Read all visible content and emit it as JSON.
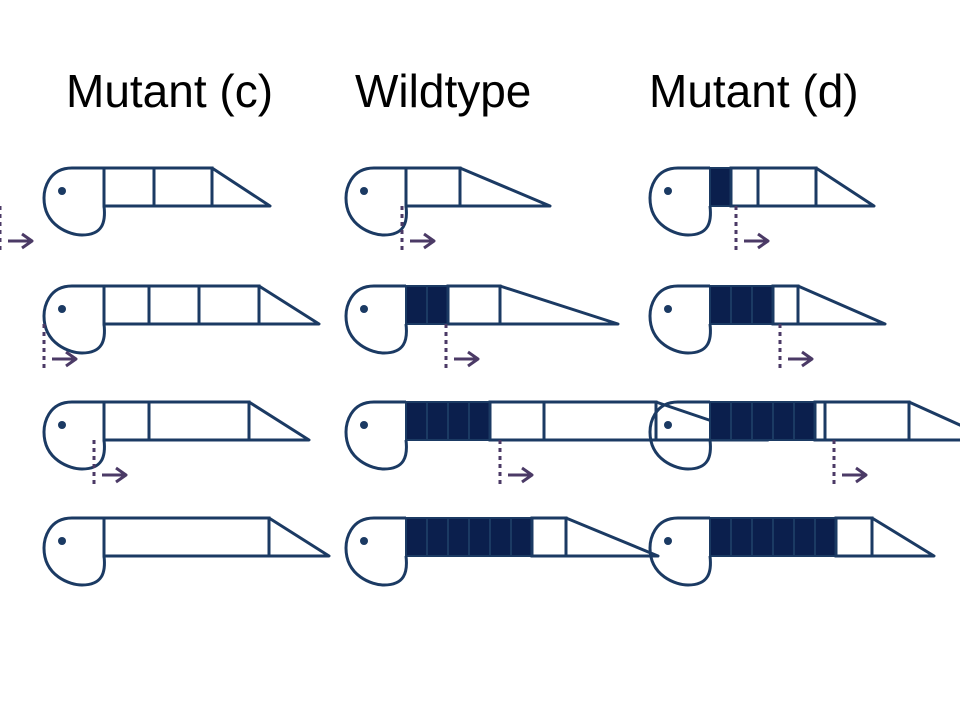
{
  "titles": {
    "mutant_c": "Mutant (c)",
    "wildtype": "Wildtype",
    "mutant_d": "Mutant (d)"
  },
  "colors": {
    "outline": "#1b3a63",
    "segment_fill": "#0b1f4d",
    "arrow": "#4b3a66"
  },
  "columns": [
    {
      "name": "mutant-c",
      "rows": [
        {
          "filled_segments": 0,
          "empty_segments": 2,
          "arrow": true
        },
        {
          "filled_segments": 0,
          "empty_segments": 3,
          "arrow": true
        },
        {
          "filled_segments": 0,
          "empty_segments": 2,
          "arrow": true
        },
        {
          "filled_segments": 0,
          "empty_segments": 1,
          "arrow": false
        }
      ]
    },
    {
      "name": "wildtype",
      "rows": [
        {
          "filled_segments": 0,
          "empty_segments": 1,
          "arrow": true
        },
        {
          "filled_segments": 2,
          "empty_segments": 1,
          "arrow": true
        },
        {
          "filled_segments": 4,
          "empty_segments": 2,
          "arrow": true
        },
        {
          "filled_segments": 6,
          "empty_segments": 1,
          "arrow": false
        }
      ]
    },
    {
      "name": "mutant-d",
      "rows": [
        {
          "filled_segments": 1,
          "empty_segments": 2,
          "arrow": true
        },
        {
          "filled_segments": 3,
          "empty_segments": 1,
          "arrow": true
        },
        {
          "filled_segments": 5,
          "empty_segments": 2,
          "arrow": true
        },
        {
          "filled_segments": 6,
          "empty_segments": 1,
          "arrow": false
        }
      ]
    }
  ]
}
